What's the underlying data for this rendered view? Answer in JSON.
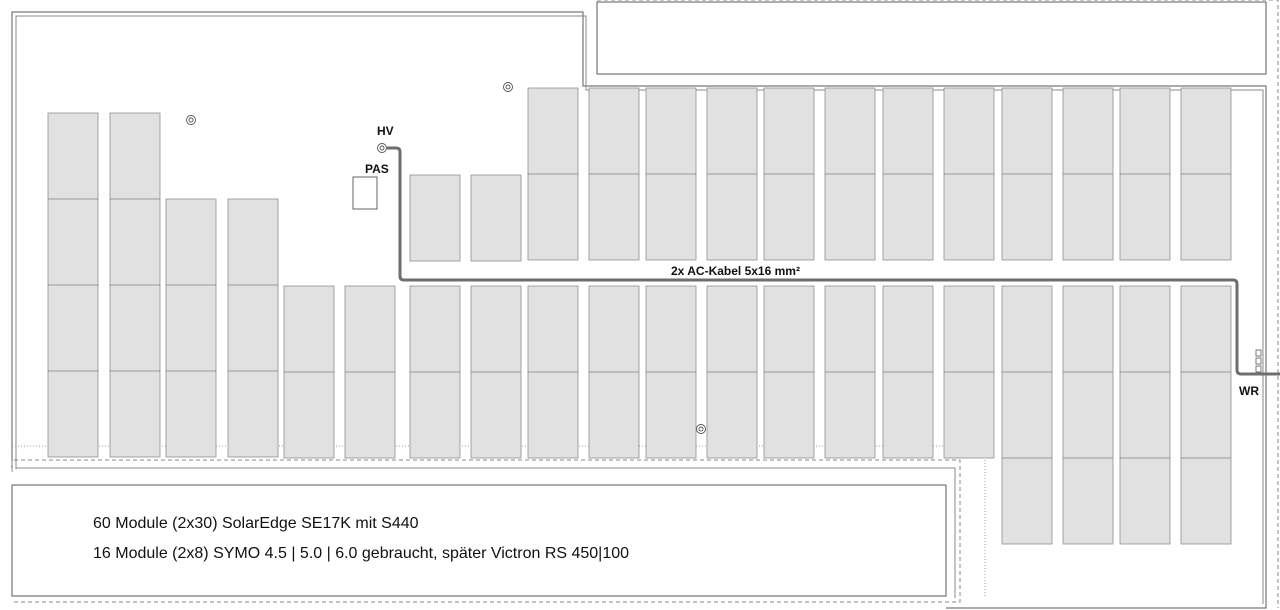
{
  "labels": {
    "hv": "HV",
    "pas": "PAS",
    "wr": "WR",
    "cable": "2x AC-Kabel 5x16 mm²"
  },
  "legend": {
    "line1": "60 Module (2x30) SolarEdge SE17K mit S440",
    "line2": "16 Module (2x8) SYMO 4.5 | 5.0 | 6.0 gebraucht, später Victron RS 450|100"
  },
  "colors": {
    "module_fill": "#e1e1e1",
    "module_stroke": "#8f8f8f",
    "cable": "#6e6e6e"
  }
}
